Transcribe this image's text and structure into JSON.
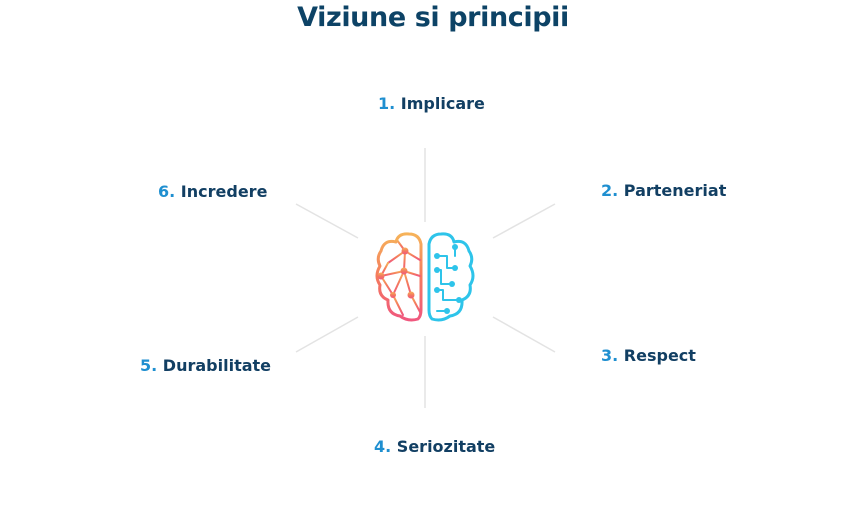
{
  "title": "Viziune si principii",
  "principles": [
    {
      "number": "1.",
      "label": "Implicare"
    },
    {
      "number": "2.",
      "label": "Parteneriat"
    },
    {
      "number": "3.",
      "label": "Respect"
    },
    {
      "number": "4.",
      "label": "Seriozitate"
    },
    {
      "number": "5.",
      "label": "Durabilitate"
    },
    {
      "number": "6.",
      "label": "Incredere"
    }
  ],
  "colors": {
    "title": "#0d4366",
    "number": "#1f8fd0",
    "label": "#123f63",
    "connector": "#e3e3e3",
    "brain_left_top": "#f6b35a",
    "brain_left_bottom": "#f0587e",
    "brain_right": "#2ec4ea"
  },
  "center_icon": "brain-circuit-icon"
}
